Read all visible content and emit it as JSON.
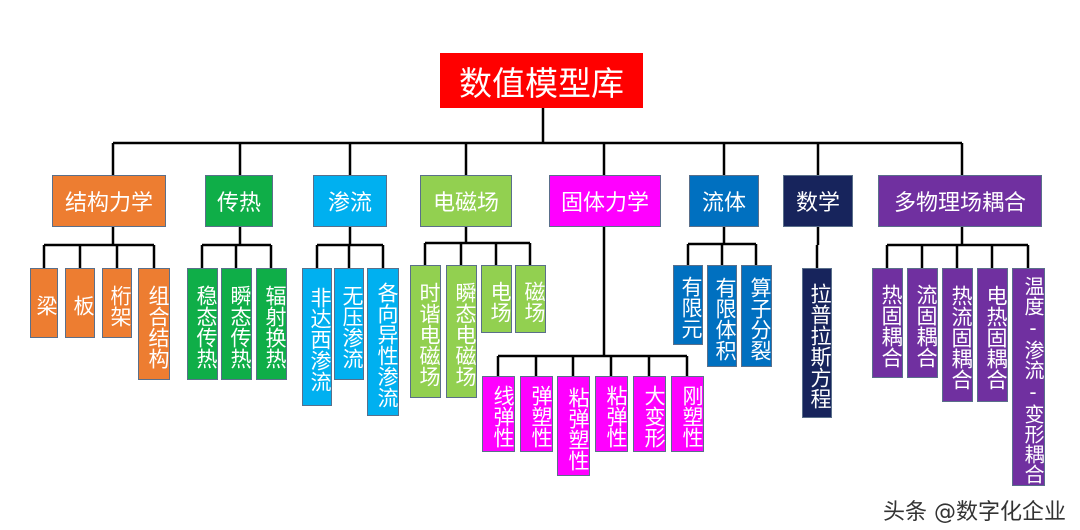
{
  "root": "数值模型库",
  "colors": {
    "root": "#ff0000",
    "structural": "#ed7d31",
    "heat": "#0fae48",
    "seepage": "#00b0f0",
    "em": "#92d050",
    "solid": "#ff00ff",
    "fluid": "#0070c0",
    "math": "#17245c",
    "multi": "#7030a0",
    "line": "#000000"
  },
  "categories": [
    {
      "label": "结构力学",
      "children": [
        "梁",
        "板",
        "桁架",
        "组合结构"
      ]
    },
    {
      "label": "传热",
      "children": [
        "稳态传热",
        "瞬态传热",
        "辐射换热"
      ]
    },
    {
      "label": "渗流",
      "children": [
        "非达西渗流",
        "无压渗流",
        "各向异性渗流"
      ]
    },
    {
      "label": "电磁场",
      "children": [
        "时谐电磁场",
        "瞬态电磁场",
        "电场",
        "磁场"
      ]
    },
    {
      "label": "固体力学",
      "children": [
        "线弹性",
        "弹塑性",
        "粘弹塑性",
        "粘弹性",
        "大变形",
        "刚塑性"
      ]
    },
    {
      "label": "流体",
      "children": [
        "有限元",
        "有限体积",
        "算子分裂"
      ]
    },
    {
      "label": "数学",
      "children": [
        "拉普拉斯方程"
      ]
    },
    {
      "label": "多物理场耦合",
      "children": [
        "热固耦合",
        "流固耦合",
        "热流固耦合",
        "电热固耦合",
        "温度-渗流-变形耦合"
      ]
    }
  ],
  "watermark": "头条 @数字化企业"
}
